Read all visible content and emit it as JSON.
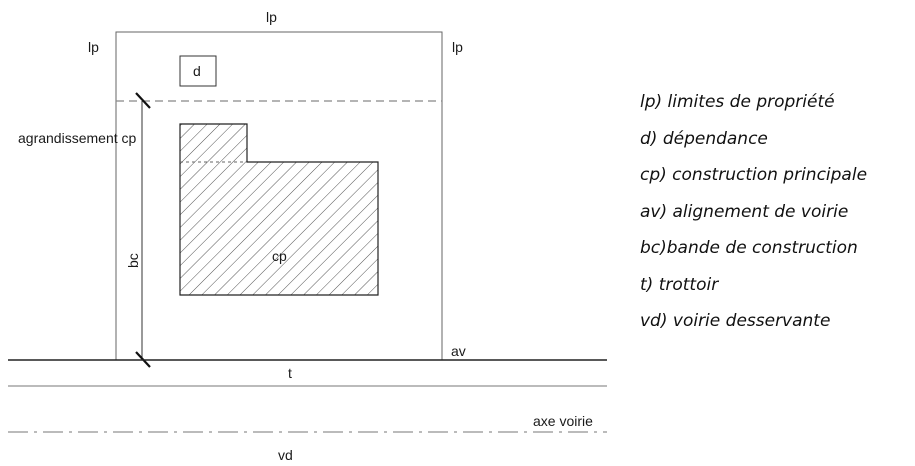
{
  "diagram": {
    "labels": {
      "lp_top": "lp",
      "lp_left": "lp",
      "lp_right": "lp",
      "d": "d",
      "agrandissement": "agrandissement cp",
      "bc": "bc",
      "cp": "cp",
      "av": "av",
      "t": "t",
      "axe_voirie": "axe voirie",
      "vd": "vd"
    },
    "legend": [
      "lp) limites de propriété",
      "d) dépendance",
      "cp) construction principale",
      "av) alignement de voirie",
      "bc)bande de construction",
      "t) trottoir",
      "vd) voirie desservante"
    ]
  }
}
